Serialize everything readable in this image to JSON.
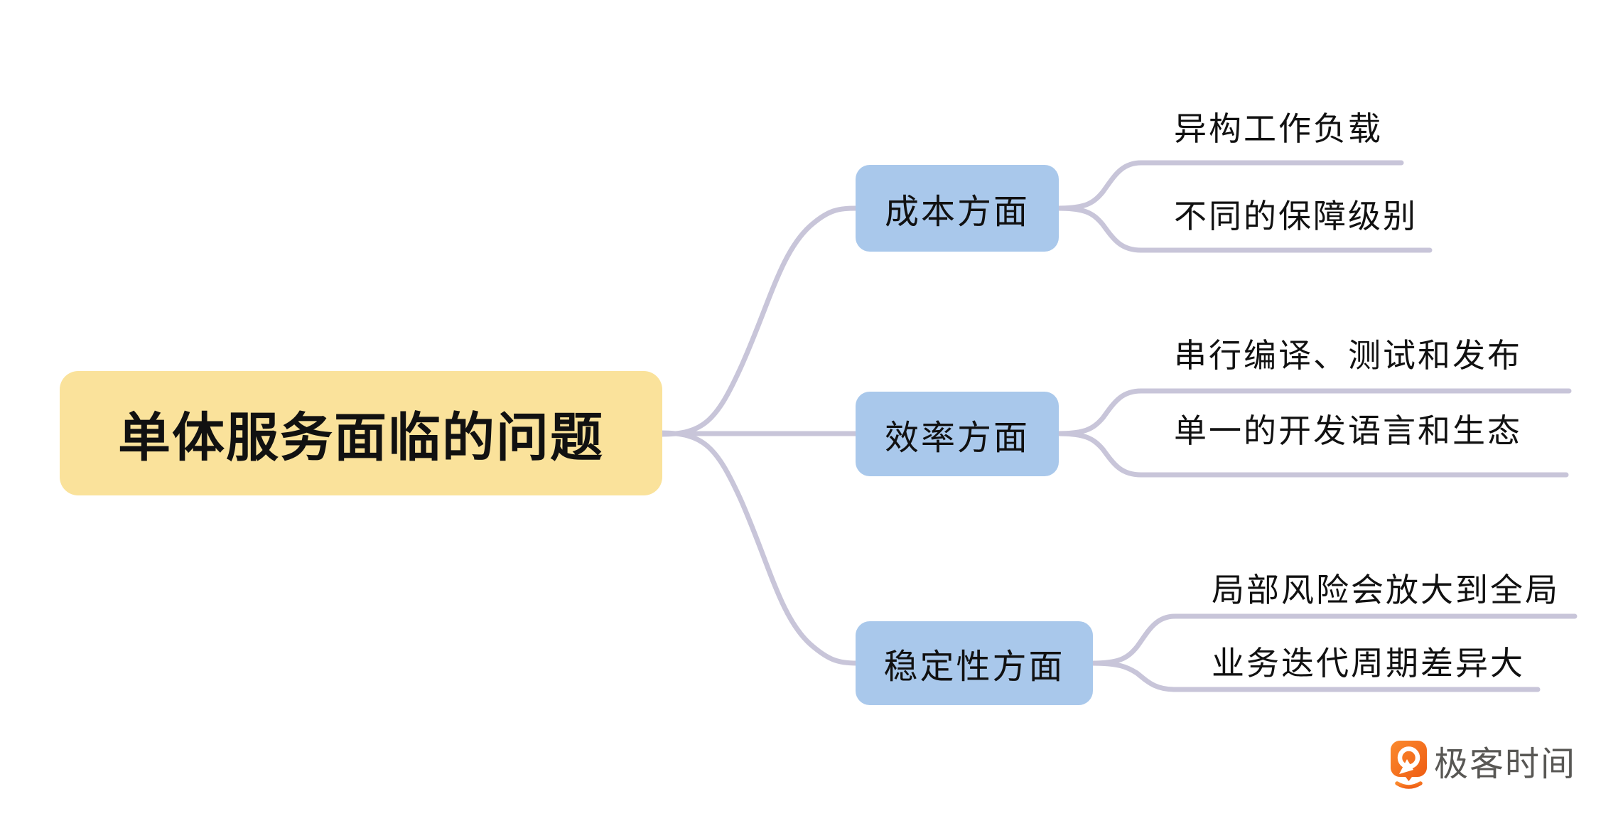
{
  "root": {
    "label": "单体服务面临的问题"
  },
  "branches": [
    {
      "label": "成本方面",
      "children": [
        "异构工作负载",
        "不同的保障级别"
      ]
    },
    {
      "label": "效率方面",
      "children": [
        "串行编译、测试和发布",
        "单一的开发语言和生态"
      ]
    },
    {
      "label": "稳定性方面",
      "children": [
        "局部风险会放大到全局",
        "业务迭代周期差异大"
      ]
    }
  ],
  "logo": {
    "text": "极客时间",
    "icon": "geektime-pin-icon"
  },
  "colors": {
    "background": "#FFFFFF",
    "root_fill": "#FAE29B",
    "branch_fill": "#A9C8EB",
    "connector": "#C8C5D9",
    "text": "#111111",
    "logo_orange": "#F4731D",
    "logo_text_gray": "#585754"
  }
}
